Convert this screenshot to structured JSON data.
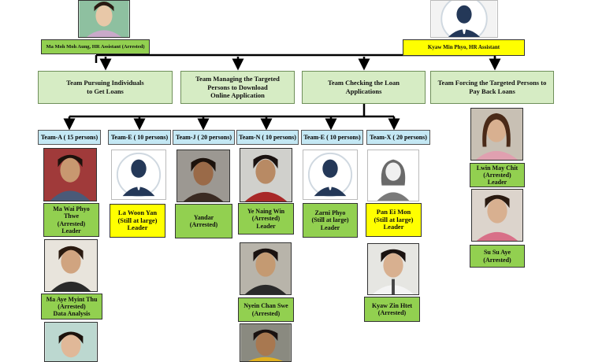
{
  "top": {
    "left_person": "Ma Moh Moh Aung, HR Assistant (Arrested)",
    "right_person": "Kyaw Min Phyo, HR Assistant"
  },
  "functions": [
    "Team Pursuing Individuals\nto Get Loans",
    "Team Managing the Targeted\nPersons to Download\nOnline Application",
    "Team Checking the Loan\nApplications",
    "Team Forcing the Targeted Persons to\nPay Back Loans"
  ],
  "teams": [
    "Team-A ( 15 persons)",
    "Team-E ( 10 persons)",
    "Team-J ( 20 persons)",
    "Team-N ( 10 persons)",
    "Team-E ( 10 persons)",
    "Team-X ( 20 persons)"
  ],
  "members": {
    "ma_wai_phyo_thwe": "Ma Wai Phyo\nThwe\n(Arrested)\nLeader",
    "ma_aye_myint_thu": "Ma Aye Myint Thu\n(Arrested)\nData Analysis",
    "la_woon_yan": "La Woon Yan\n(Still at large)\nLeader",
    "yandar": "Yandar\n(Arrested)",
    "ye_naing_win": "Ye Naing Win\n(Arrested)\nLeader",
    "nyein_chan_swe": "Nyein Chan Swe\n(Arrested)",
    "zarni_phyo": "Zarni Phyo\n(Still at large)\nLeader",
    "pan_ei_mon": "Pan Ei Mon\n(Still at large)\nLeader",
    "kyaw_zin_htet": "Kyaw Zin Htet\n(Arrested)",
    "lwin_may_chit": "Lwin May Chit\n(Arrested)\nLeader",
    "su_su_aye": "Su Su Aye\n(Arrested)"
  },
  "colors": {
    "arrested": "#92d050",
    "still_at_large": "#ffff00",
    "team_header": "#c4e8f4",
    "function_box": "#d6ecc4"
  },
  "icons": {
    "placeholder_male": "male-silhouette-icon",
    "placeholder_female": "female-silhouette-icon"
  }
}
